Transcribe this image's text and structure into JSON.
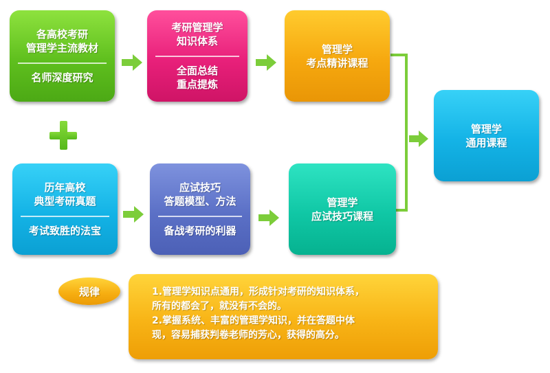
{
  "boxes": {
    "green": {
      "lines_top": [
        "各高校考研",
        "管理学主流教材"
      ],
      "lines_bottom": [
        "名师深度研究"
      ]
    },
    "pink": {
      "lines_top": [
        "考研管理学",
        "知识体系"
      ],
      "lines_bottom": [
        "全面总结",
        "重点提炼"
      ]
    },
    "orange": {
      "lines": [
        "管理学",
        "考点精讲课程"
      ]
    },
    "cyan": {
      "lines_top": [
        "历年高校",
        "典型考研真题"
      ],
      "lines_bottom": [
        "考试致胜的法宝"
      ]
    },
    "blue": {
      "lines_top": [
        "应试技巧",
        "答题模型、方法"
      ],
      "lines_bottom": [
        "备战考研的利器"
      ]
    },
    "teal": {
      "lines": [
        "管理学",
        "应试技巧课程"
      ]
    },
    "final": {
      "lines": [
        "管理学",
        "通用课程"
      ]
    }
  },
  "rule": {
    "badge": "规律",
    "lines": [
      "1.管理学知识点通用，形成针对考研的知识体系，",
      "所有的都会了，就没有不会的。",
      "2.掌握系统、丰富的管理学知识，并在答题中体",
      "现，容易捕获判卷老师的芳心，获得的高分。"
    ]
  },
  "colors": {
    "green": "#5fbf1e",
    "pink": "#e8207a",
    "orange": "#f6a80f",
    "cyan": "#14b3e6",
    "blue": "#5b70c6",
    "teal": "#10c7a5",
    "connector": "#7ccd3a"
  },
  "icons": [
    "arrow-right-icon",
    "plus-icon"
  ]
}
